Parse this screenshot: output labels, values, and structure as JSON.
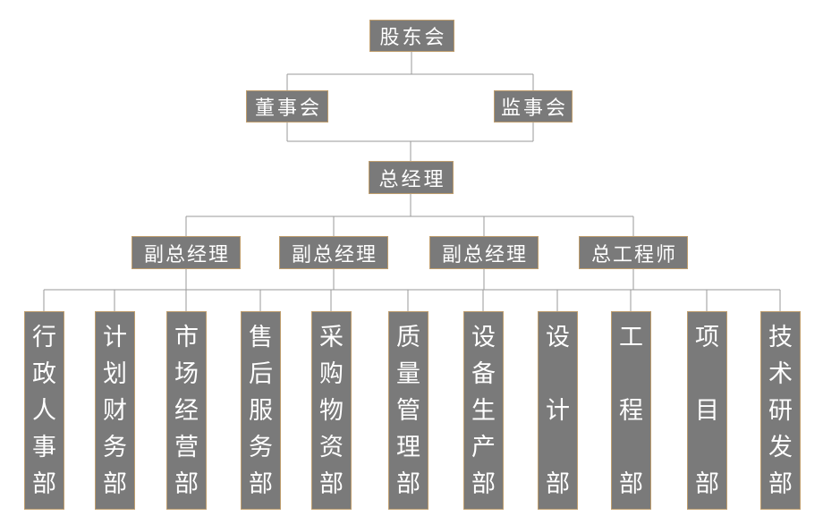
{
  "org_chart": {
    "title_hint": "company-organization-chart",
    "level1": {
      "label": "股东会"
    },
    "level2": [
      {
        "label": "董事会"
      },
      {
        "label": "监事会"
      }
    ],
    "level3": {
      "label": "总经理"
    },
    "level4": [
      {
        "label": "副总经理"
      },
      {
        "label": "副总经理"
      },
      {
        "label": "副总经理"
      },
      {
        "label": "总工程师"
      }
    ],
    "departments": [
      {
        "label": "行政人事部"
      },
      {
        "label": "计划财务部"
      },
      {
        "label": "市场经营部"
      },
      {
        "label": "售后服务部"
      },
      {
        "label": "采购物资部"
      },
      {
        "label": "质量管理部"
      },
      {
        "label": "设备生产部"
      },
      {
        "label": "设计部"
      },
      {
        "label": "工程部"
      },
      {
        "label": "项目部"
      },
      {
        "label": "技术研发部"
      }
    ],
    "colors": {
      "box_fill": "#7a7a7a",
      "box_edge": "#bf9e6e",
      "connector": "#9a9a9a",
      "text": "#ffffff",
      "background": "#ffffff"
    }
  }
}
